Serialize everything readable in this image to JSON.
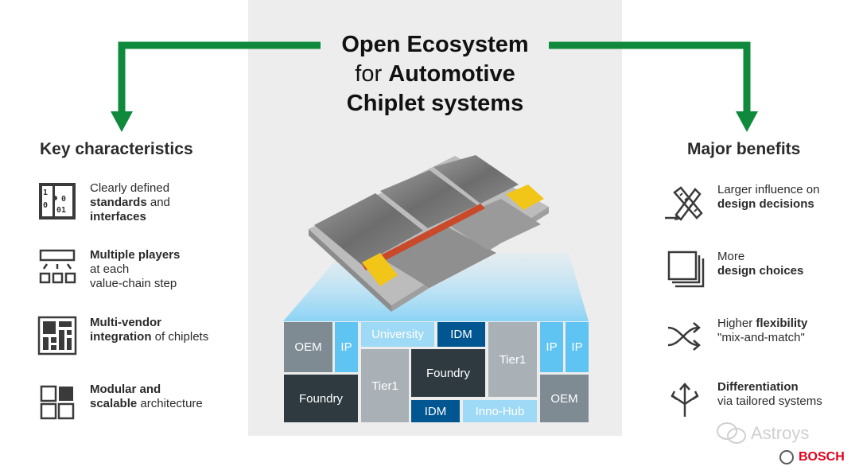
{
  "title": {
    "line1": "Open Ecosystem",
    "line2_prefix": "for ",
    "line2_bold": "Automotive",
    "line3": "Chiplet systems"
  },
  "left": {
    "heading": "Key characteristics",
    "items": [
      {
        "icon": "binary-puzzle-icon",
        "lines": [
          [
            "Clearly defined",
            ""
          ],
          [
            "",
            "standards"
          ],
          [
            " and",
            ""
          ],
          [
            "",
            "interfaces"
          ]
        ]
      },
      {
        "icon": "value-chain-icon"
      },
      {
        "icon": "chip-grid-icon"
      },
      {
        "icon": "modular-blocks-icon"
      }
    ],
    "item1": {
      "a": "Clearly defined",
      "b": "standards",
      "c": " and",
      "d": "interfaces"
    },
    "item2": {
      "a": "Multiple players",
      "b": "at each",
      "c": "value-chain step"
    },
    "item3": {
      "a": "Multi-vendor",
      "b": "integration",
      "c": " of chiplets"
    },
    "item4": {
      "a": "Modular and",
      "b": "scalable",
      "c": " architecture"
    }
  },
  "right": {
    "heading": "Major benefits",
    "item1": {
      "a": "Larger influence on",
      "b": "design decisions"
    },
    "item2": {
      "a": "More",
      "b": "design choices"
    },
    "item3": {
      "a": "Higher ",
      "b": "flexibility",
      "c": "\"mix-and-match\""
    },
    "item4": {
      "a": "Differentiation",
      "b": "via tailored systems"
    }
  },
  "blocks": {
    "oem_left": "OEM",
    "ip1": "IP",
    "university": "University",
    "idm_top": "IDM",
    "tier1_left": "Tier1",
    "foundry_center": "Foundry",
    "tier1_right": "Tier1",
    "ip2": "IP",
    "ip3": "IP",
    "foundry_left": "Foundry",
    "idm_bottom": "IDM",
    "inno_hub": "Inno-Hub",
    "oem_right": "OEM"
  },
  "colors": {
    "arrow_green": "#0f8a3c",
    "grey_block": "#7f8b93",
    "light_blue": "#5fc4f2",
    "dark_block": "#2e3940",
    "navy_block": "#005691",
    "light_grey_block": "#a9b1b7"
  },
  "watermark": "Astroys",
  "logo": "BOSCH"
}
